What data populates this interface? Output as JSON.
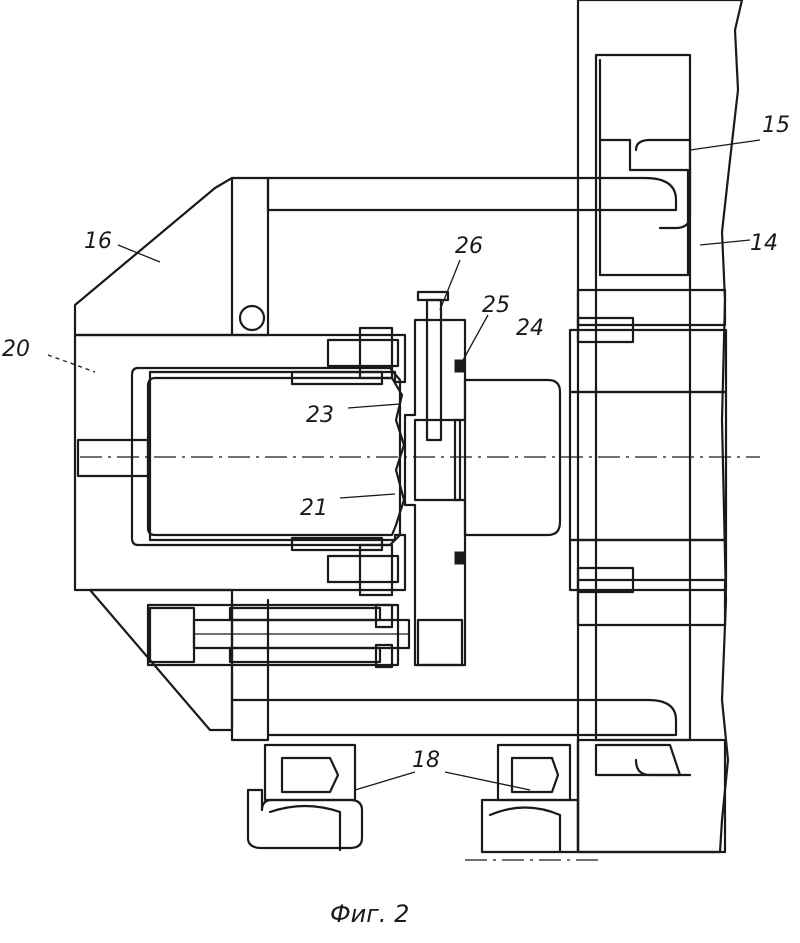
{
  "labels": {
    "l14": "14",
    "l15": "15",
    "l16": "16",
    "l18": "18",
    "l20": "20",
    "l21": "21",
    "l23": "23",
    "l24": "24",
    "l25": "25",
    "l26": "26"
  },
  "caption": "Фиг. 2"
}
